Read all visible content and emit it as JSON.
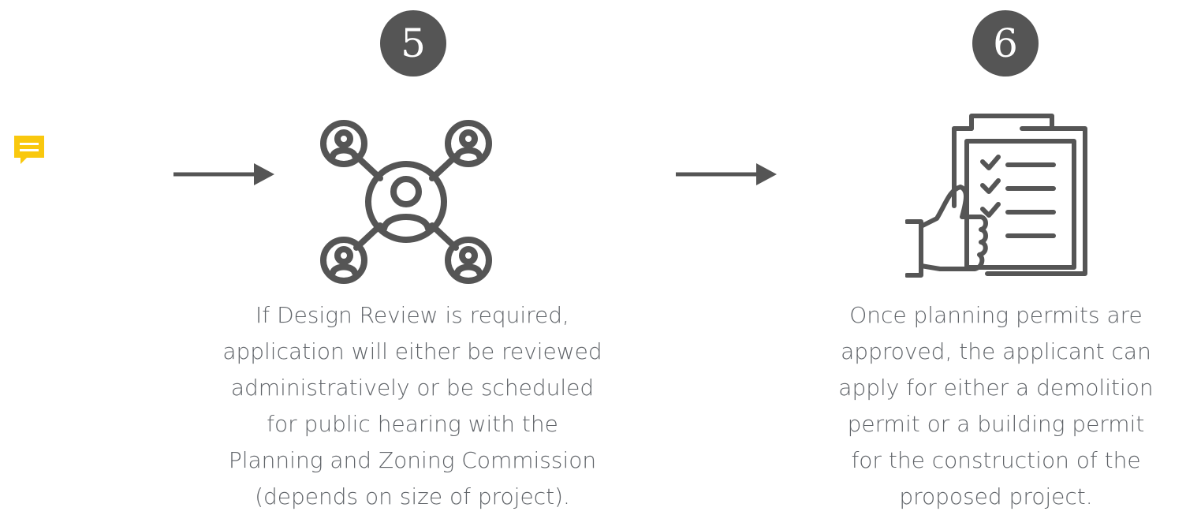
{
  "steps": [
    {
      "number": "5",
      "icon": "people-network-icon",
      "text_lines": [
        "If Design Review is required,",
        "application will either be reviewed",
        "administratively or be scheduled",
        "for public hearing with the",
        "Planning and Zoning Commission",
        "(depends on size of project)."
      ]
    },
    {
      "number": "6",
      "icon": "clipboard-checklist-thumbs-up-icon",
      "text_lines": [
        "Once planning permits are",
        "approved, the applicant can",
        "apply for either a demolition",
        "permit or a building permit",
        "for the construction of the",
        "proposed project."
      ]
    }
  ],
  "colors": {
    "icon": "#555555",
    "text": "#5f6368",
    "badge_bg": "#555555",
    "comment": "#f9c80e"
  },
  "comment_icon": "comment-icon"
}
